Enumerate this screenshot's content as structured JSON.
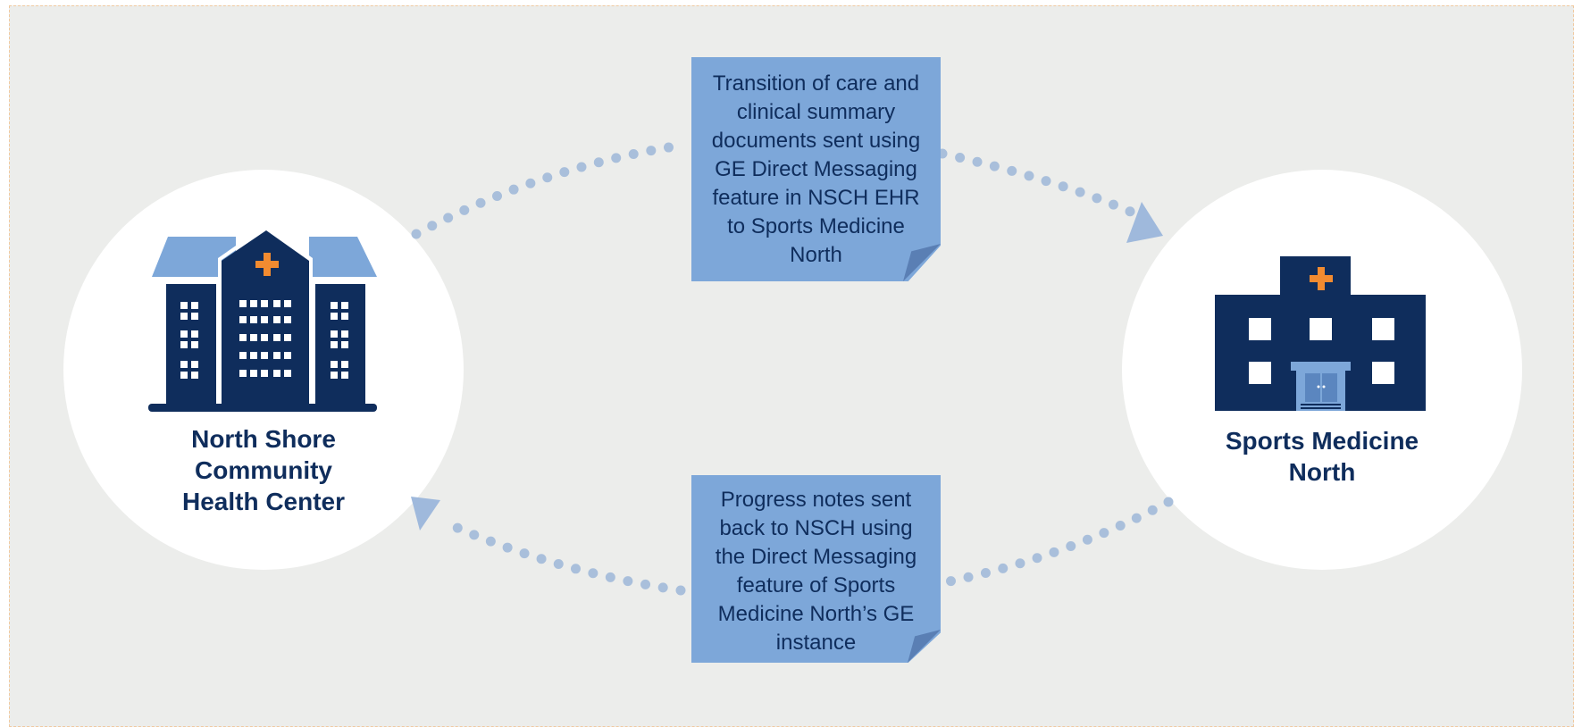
{
  "colors": {
    "background": "#ecedeb",
    "navy": "#0f2d5c",
    "light_blue": "#7da7d9",
    "dots": "#a9bfdb",
    "cross": "#f28b30"
  },
  "left_org": {
    "icon": "hospital-tower-icon",
    "name": "North Shore\nCommunity\nHealth Center"
  },
  "right_org": {
    "icon": "clinic-building-icon",
    "name": "Sports Medicine\nNorth"
  },
  "top_note": {
    "text": "Transition of care and\nclinical summary\ndocuments sent using\nGE Direct Messaging\nfeature in NSCH EHR\nto Sports Medicine\nNorth"
  },
  "bottom_note": {
    "text": "Progress notes sent\nback to NSCH using\nthe Direct Messaging\nfeature of Sports\nMedicine North’s GE\ninstance"
  }
}
